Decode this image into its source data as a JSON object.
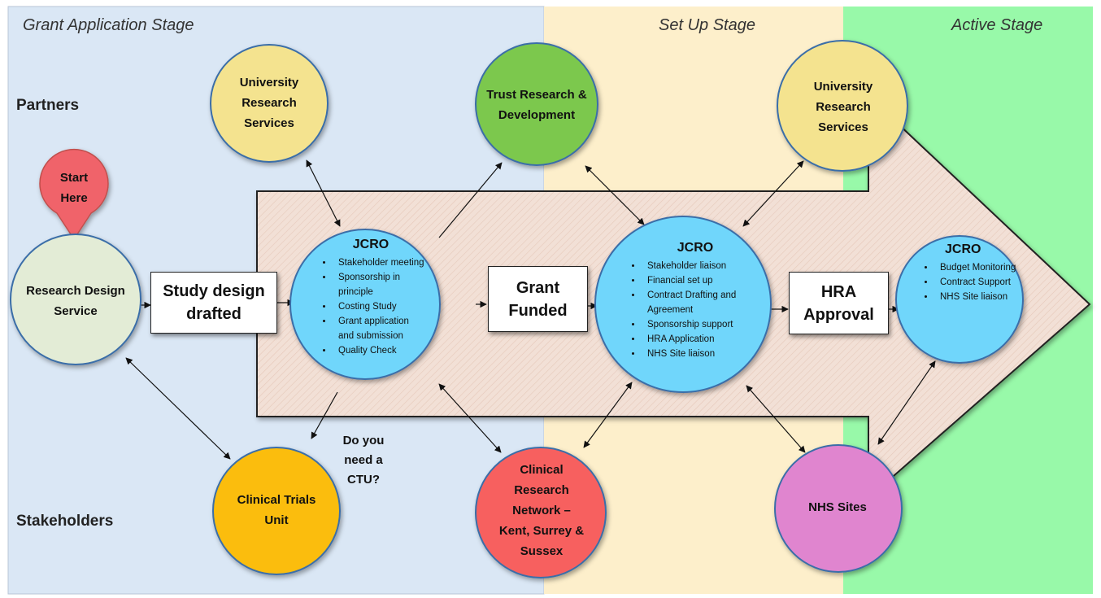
{
  "stages": [
    {
      "label": "Grant Application Stage",
      "color": "#dae7f5"
    },
    {
      "label": "Set Up Stage",
      "color": "#fdefcb"
    },
    {
      "label": "Active Stage",
      "color": "#98f9a9"
    }
  ],
  "rows": {
    "partners": "Partners",
    "stakeholders": "Stakeholders"
  },
  "start_pin": {
    "label": "Start Here",
    "color": "#f0646a"
  },
  "arrow_fill": "#f2e0d6",
  "nodes": {
    "research_design": {
      "label": "Research Design Service",
      "color": "#e3ecd6"
    },
    "uni_research_1": {
      "label": "University Research Services",
      "color": "#f4e38f"
    },
    "trust_rd": {
      "label": "Trust Research & Development",
      "color": "#7cc84e"
    },
    "uni_research_2": {
      "label": "University Research Services",
      "color": "#f4e38f"
    },
    "clinical_trials": {
      "label": "Clinical Trials Unit",
      "color": "#fbbd0d"
    },
    "crn": {
      "label": "Clinical Research Network – Kent, Surrey & Sussex",
      "color": "#f7615f"
    },
    "nhs_sites": {
      "label": "NHS Sites",
      "color": "#e085cf"
    }
  },
  "jcro": [
    {
      "title": "JCRO",
      "color": "#6fd6fb",
      "items": [
        "Stakeholder meeting",
        "Sponsorship in principle",
        "Costing Study",
        "Grant application and submission",
        "Quality Check"
      ]
    },
    {
      "title": "JCRO",
      "color": "#6fd6fb",
      "items": [
        "Stakeholder liaison",
        "Financial set up",
        "Contract Drafting and Agreement",
        "Sponsorship support",
        "HRA Application",
        "NHS Site liaison"
      ]
    },
    {
      "title": "JCRO",
      "color": "#6fd6fb",
      "items": [
        "Budget Monitoring",
        "Contract Support",
        "NHS Site liaison"
      ]
    }
  ],
  "steps": {
    "study_design": "Study design drafted",
    "grant_funded": "Grant Funded",
    "hra_approval": "HRA Approval"
  },
  "question": "Do you need a CTU?"
}
